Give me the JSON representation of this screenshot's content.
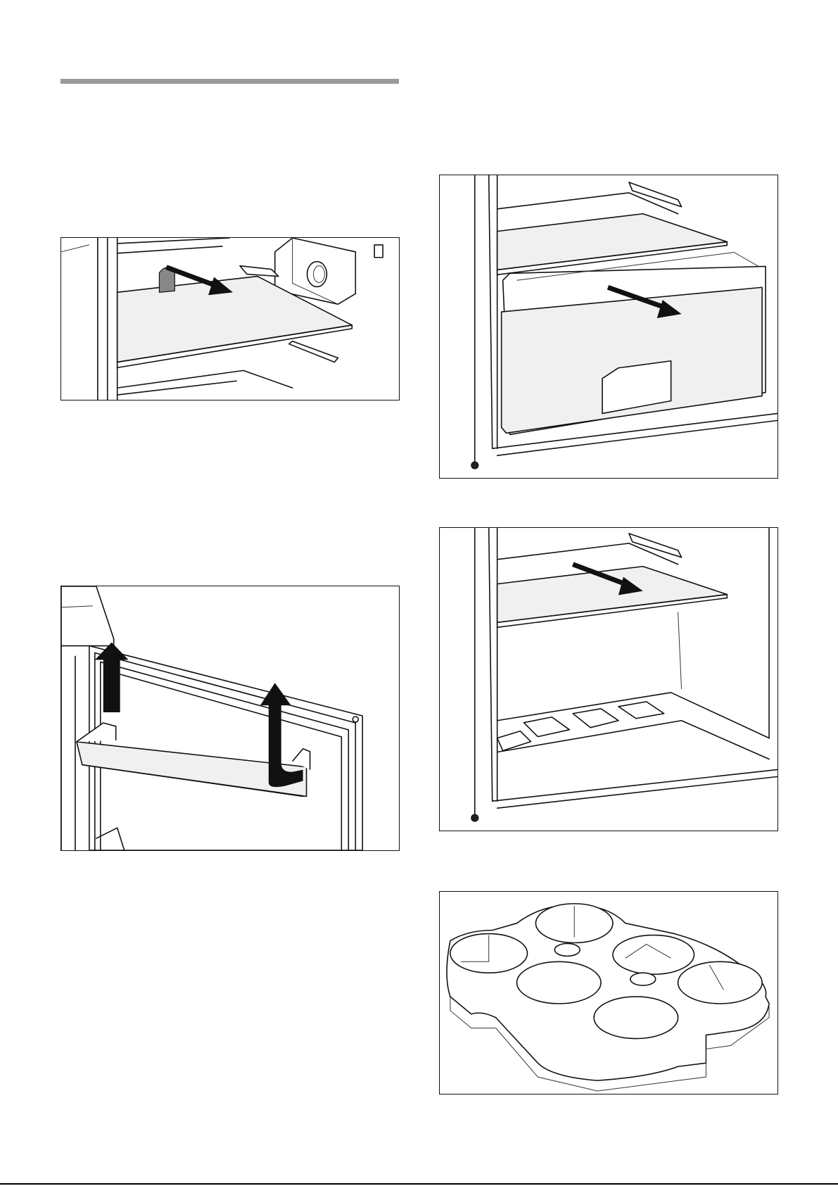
{
  "page": {
    "figures": [
      {
        "icon": "shelf-removal-illustration"
      },
      {
        "icon": "door-shelf-removal-illustration"
      },
      {
        "icon": "crisper-drawer-removal-illustration"
      },
      {
        "icon": "glass-shelf-removal-illustration"
      },
      {
        "icon": "egg-tray-illustration"
      }
    ]
  }
}
